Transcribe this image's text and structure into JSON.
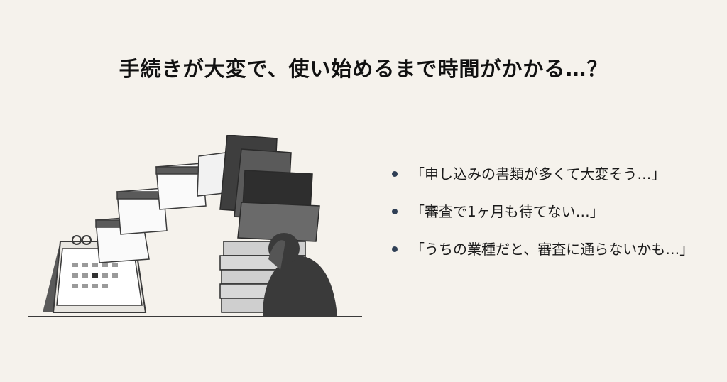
{
  "headline": "手続きが大変で、使い始めるまで時間がかかる…？",
  "bullets": [
    "「申し込みの書類が多くて大変そう…」",
    "「審査で1ヶ月も待てない…」",
    "「うちの業種だと、審査に通らないかも…」"
  ],
  "colors": {
    "background": "#f5f2ec",
    "bullet": "#2f3f55",
    "ink": "#3a3a3a"
  }
}
